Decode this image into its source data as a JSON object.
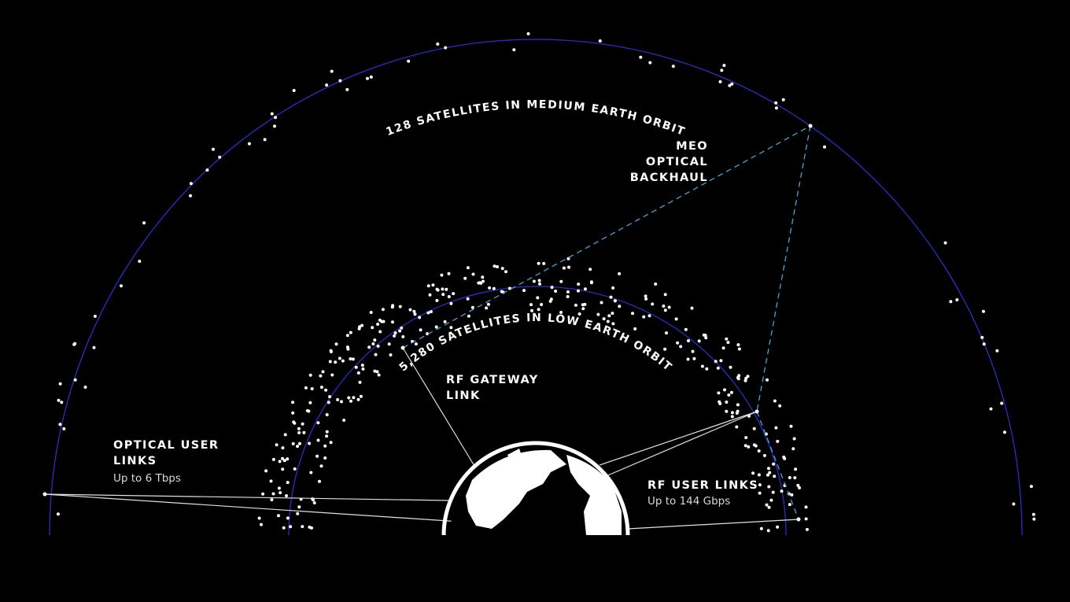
{
  "colors": {
    "background": "#000000",
    "orbit": "#2b2fc4",
    "backhaul": "#4aa3d8",
    "link": "#e0e0e0",
    "earth": "#ffffff"
  },
  "meo_label": "128 SATELLITES IN MEDIUM EARTH ORBIT",
  "leo_label": "5,280 SATELLITES IN LOW EARTH ORBIT",
  "meo_backhaul": {
    "line1": "MEO OPTICAL",
    "line2": "BACKHAUL"
  },
  "rf_gateway": {
    "line1": "RF GATEWAY",
    "line2": "LINK"
  },
  "optical_user": {
    "line1": "OPTICAL USER",
    "line2": "LINKS",
    "sub": "Up to 6 Tbps"
  },
  "rf_user": {
    "line1": "RF USER LINKS",
    "sub": "Up to 144 Gbps"
  },
  "icons": {
    "earth": "earth-globe-icon"
  }
}
